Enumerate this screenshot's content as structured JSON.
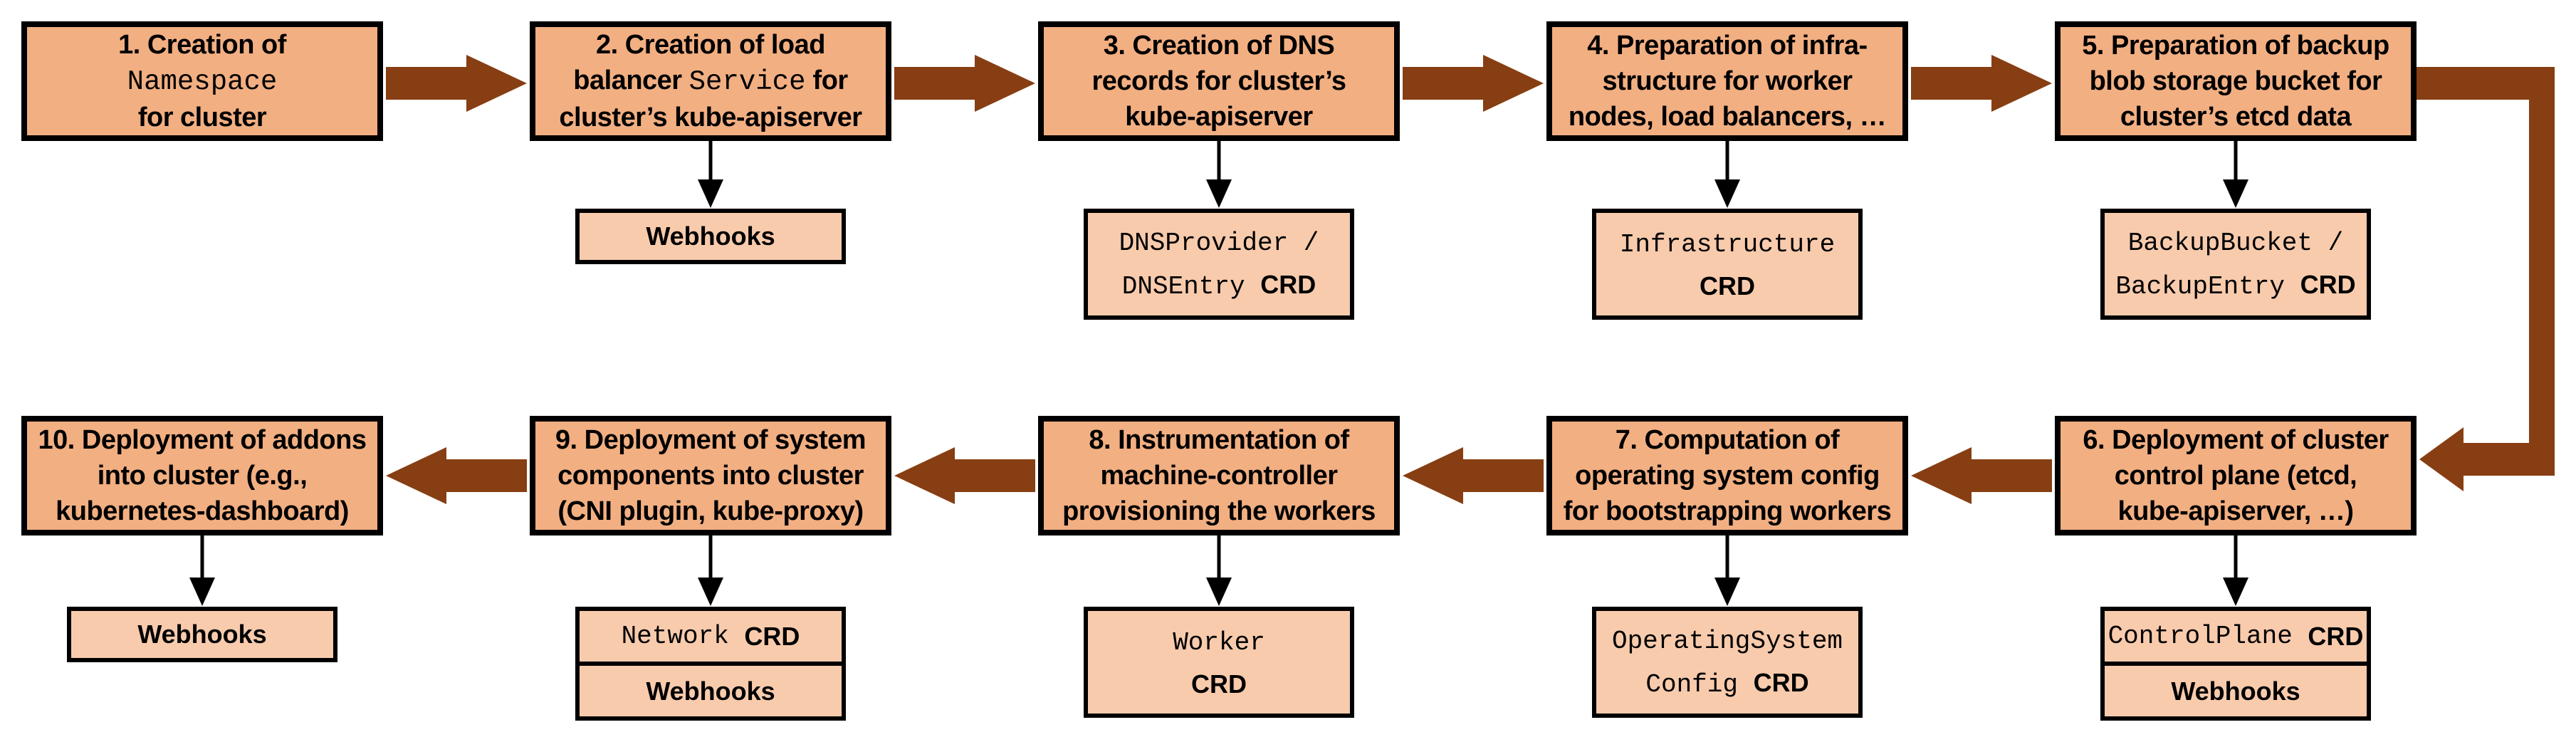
{
  "diagram": {
    "name": "cluster-creation-flow",
    "description_rows": 2,
    "colors": {
      "main_box_fill": "#F2AF82",
      "sub_box_fill": "#F8CBAD",
      "arrow_brown": "#873E12",
      "border": "#000000",
      "background": "#FFFFFF"
    },
    "steps": [
      {
        "name": "step-1-namespace",
        "title_runs": [
          {
            "text": "1. Creation of\n"
          },
          {
            "text": "Namespace",
            "mono": true
          },
          {
            "text": "\nfor cluster"
          }
        ],
        "sub_cells": []
      },
      {
        "name": "step-2-load-balancer-service",
        "title_runs": [
          {
            "text": "2. Creation of load\nbalancer "
          },
          {
            "text": "Service",
            "mono": true
          },
          {
            "text": " for\ncluster’s kube-apiserver"
          }
        ],
        "sub_cells": [
          [
            {
              "text": "Webhooks"
            }
          ]
        ]
      },
      {
        "name": "step-3-dns-records",
        "title_runs": [
          {
            "text": "3. Creation of DNS\nrecords for cluster’s\nkube-apiserver"
          }
        ],
        "sub_cells": [
          [
            {
              "text": "DNSProvider /\nDNSEntry ",
              "mono": true
            },
            {
              "text": "CRD"
            }
          ]
        ]
      },
      {
        "name": "step-4-infrastructure",
        "title_runs": [
          {
            "text": "4. Preparation of infra-\nstructure for worker\nnodes, load balancers, …"
          }
        ],
        "sub_cells": [
          [
            {
              "text": "Infrastructure\n",
              "mono": true
            },
            {
              "text": "CRD"
            }
          ]
        ]
      },
      {
        "name": "step-5-backup-bucket",
        "title_runs": [
          {
            "text": "5. Preparation of backup\nblob storage bucket for\ncluster’s etcd data"
          }
        ],
        "sub_cells": [
          [
            {
              "text": "BackupBucket /\nBackupEntry ",
              "mono": true
            },
            {
              "text": "CRD"
            }
          ]
        ]
      },
      {
        "name": "step-6-control-plane",
        "title_runs": [
          {
            "text": "6. Deployment of cluster\ncontrol plane (etcd,\nkube-apiserver, …)"
          }
        ],
        "sub_cells": [
          [
            {
              "text": "ControlPlane ",
              "mono": true
            },
            {
              "text": "CRD"
            }
          ],
          [
            {
              "text": "Webhooks"
            }
          ]
        ]
      },
      {
        "name": "step-7-os-config",
        "title_runs": [
          {
            "text": "7. Computation of\noperating system config\nfor bootstrapping workers"
          }
        ],
        "sub_cells": [
          [
            {
              "text": "OperatingSystem\nConfig ",
              "mono": true
            },
            {
              "text": "CRD"
            }
          ]
        ]
      },
      {
        "name": "step-8-worker",
        "title_runs": [
          {
            "text": "8. Instrumentation of\nmachine-controller\nprovisioning the workers"
          }
        ],
        "sub_cells": [
          [
            {
              "text": "Worker\n",
              "mono": true
            },
            {
              "text": "CRD"
            }
          ]
        ]
      },
      {
        "name": "step-9-system-components",
        "title_runs": [
          {
            "text": "9. Deployment of system\ncomponents into cluster\n(CNI plugin, kube-proxy)"
          }
        ],
        "sub_cells": [
          [
            {
              "text": "Network ",
              "mono": true
            },
            {
              "text": "CRD"
            }
          ],
          [
            {
              "text": "Webhooks"
            }
          ]
        ]
      },
      {
        "name": "step-10-addons",
        "title_runs": [
          {
            "text": "10. Deployment of addons\ninto cluster (e.g.,\nkubernetes-dashboard)"
          }
        ],
        "sub_cells": [
          [
            {
              "text": "Webhooks"
            }
          ]
        ]
      }
    ]
  }
}
